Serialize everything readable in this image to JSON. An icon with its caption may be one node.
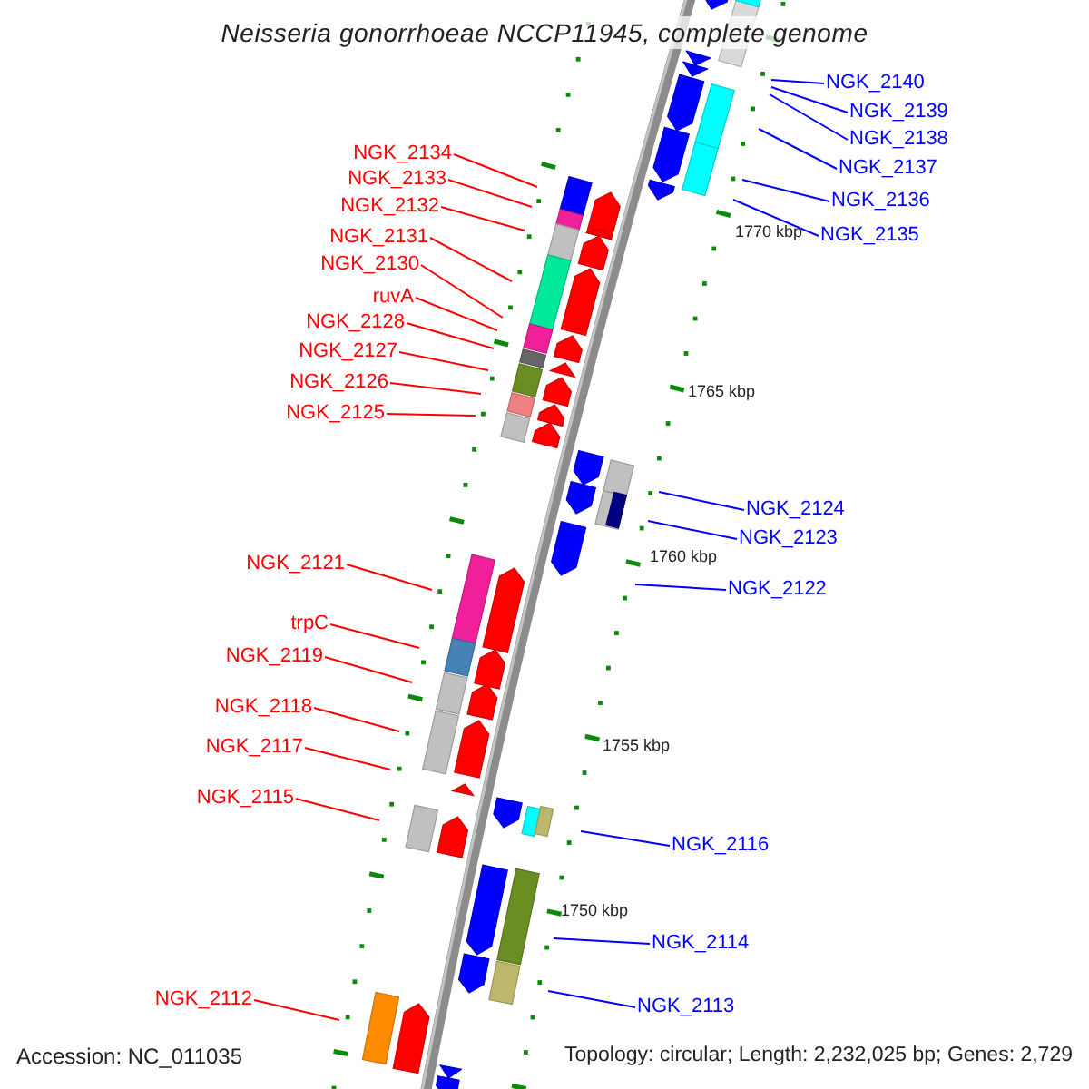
{
  "diagram": {
    "title": "Neisseria gonorrhoeae NCCP11945, complete genome",
    "nodes": [
      {
        "text": [
          "NGK_2140"
        ]
      },
      {
        "text": [
          "NGK_2139"
        ]
      },
      {
        "text": [
          "NGK_2138"
        ]
      },
      {
        "text": [
          "NGK_2134"
        ]
      },
      {
        "text": [
          "NGK_2137"
        ]
      },
      {
        "text": [
          "NGK_2133"
        ]
      },
      {
        "text": [
          "NGK_2136"
        ]
      },
      {
        "text": [
          "NGK_2132"
        ]
      },
      {
        "text": [
          "NGK_2135"
        ]
      },
      {
        "text": [
          "NGK_2131"
        ]
      },
      {
        "text": [
          "NGK_2130"
        ]
      },
      {
        "text": [
          "ruvA"
        ]
      },
      {
        "text": [
          "NGK_2128"
        ]
      },
      {
        "text": [
          "NGK_2127"
        ]
      },
      {
        "text": [
          "NGK_2126"
        ]
      },
      {
        "text": [
          "NGK_2125"
        ]
      },
      {
        "text": [
          "NGK_2124"
        ]
      },
      {
        "text": [
          "NGK_2123"
        ]
      },
      {
        "text": [
          "NGK_2121"
        ]
      },
      {
        "text": [
          "NGK_2122"
        ]
      },
      {
        "text": [
          "trpC"
        ]
      },
      {
        "text": [
          "NGK_2119"
        ]
      },
      {
        "text": [
          "NGK_2118"
        ]
      },
      {
        "text": [
          "NGK_2117"
        ]
      },
      {
        "text": [
          "NGK_2115"
        ]
      },
      {
        "text": [
          "NGK_2116"
        ]
      },
      {
        "text": [
          "NGK_2114"
        ]
      },
      {
        "text": [
          "NGK_2112"
        ]
      },
      {
        "text": [
          "NGK_2113"
        ]
      }
    ],
    "edges": [
      {
        "from": 0,
        "to": null,
        "arrow": "none",
        "color": "#0000ff"
      },
      {
        "from": 1,
        "to": null,
        "arrow": "none",
        "color": "#0000ff"
      },
      {
        "from": 2,
        "to": null,
        "arrow": "none",
        "color": "#0000ff"
      },
      {
        "from": 3,
        "to": null,
        "arrow": "none"
      },
      {
        "from": 4,
        "to": null,
        "arrow": "none",
        "color": "#0000ff"
      },
      {
        "from": 5,
        "to": null,
        "arrow": "none"
      },
      {
        "from": 6,
        "to": null,
        "arrow": "none",
        "color": "#0000ff"
      },
      {
        "from": 7,
        "to": null,
        "arrow": "none"
      },
      {
        "from": 8,
        "to": null,
        "arrow": "none",
        "color": "#0000ff"
      },
      {
        "from": 9,
        "to": null,
        "arrow": "none"
      },
      {
        "from": 10,
        "to": null,
        "arrow": "none"
      },
      {
        "from": 11,
        "to": null,
        "arrow": "none"
      },
      {
        "from": 12,
        "to": null,
        "arrow": "none"
      },
      {
        "from": 13,
        "to": null,
        "arrow": "none"
      },
      {
        "from": 14,
        "to": null,
        "arrow": "none"
      },
      {
        "from": 15,
        "to": null,
        "arrow": "none"
      },
      {
        "from": 16,
        "to": null,
        "arrow": "none",
        "color": "#0000ff"
      },
      {
        "from": 17,
        "to": null,
        "arrow": "none",
        "color": "#0000ff"
      },
      {
        "from": 18,
        "to": null,
        "arrow": "none"
      },
      {
        "from": 19,
        "to": null,
        "arrow": "none",
        "color": "#0000ff"
      },
      {
        "from": 20,
        "to": null,
        "arrow": "none"
      },
      {
        "from": 21,
        "to": null,
        "arrow": "none"
      },
      {
        "from": 22,
        "to": null,
        "arrow": "none"
      },
      {
        "from": 23,
        "to": null,
        "arrow": "none"
      },
      {
        "from": 24,
        "to": null,
        "arrow": "none"
      },
      {
        "from": 25,
        "to": null,
        "arrow": "none",
        "color": "#0000ff"
      },
      {
        "from": 26,
        "to": null,
        "arrow": "none",
        "color": "#0000ff"
      },
      {
        "from": 27,
        "to": null,
        "arrow": "none"
      },
      {
        "from": 28,
        "to": null,
        "arrow": "none",
        "color": "#0000ff"
      }
    ],
    "labels": [
      "1770 kbp",
      "1765 kbp",
      "1760 kbp",
      "1755 kbp",
      "1750 kbp",
      "Accession: NC_011035",
      "Topology: circular; Length: 2,232,025 bp; Genes: 2,729"
    ]
  }
}
